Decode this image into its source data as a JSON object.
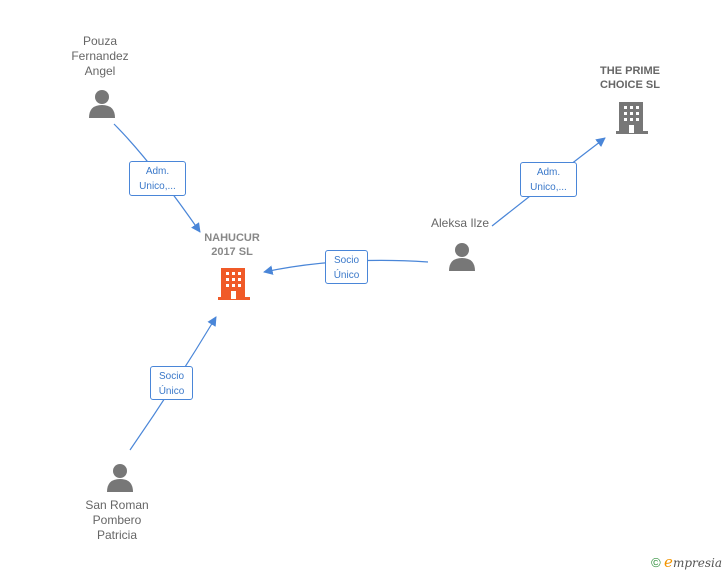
{
  "nodes": {
    "pouza": {
      "label": "Pouza\nFernandez\nAngel",
      "type": "person"
    },
    "prime": {
      "label": "THE PRIME\nCHOICE  SL",
      "type": "company"
    },
    "nahucur": {
      "label": "NAHUCUR\n2017  SL",
      "type": "company",
      "highlighted": true
    },
    "aleksa": {
      "label": "Aleksa Ilze",
      "type": "person"
    },
    "sanroman": {
      "label": "San Roman\nPombero\nPatricia",
      "type": "person"
    }
  },
  "edges": {
    "pouza_nahucur": {
      "label": "Adm.\nUnico,..."
    },
    "aleksa_prime": {
      "label": "Adm.\nUnico,..."
    },
    "aleksa_nahucur": {
      "label": "Socio\nÚnico"
    },
    "sanroman_nahucur": {
      "label": "Socio\nÚnico"
    }
  },
  "colors": {
    "edge": "#4a86d8",
    "person_icon": "#777777",
    "company_icon": "#777777",
    "focus_company": "#f05a28"
  },
  "brand": {
    "symbol": "©",
    "e": "e",
    "rest": "mpresia"
  }
}
